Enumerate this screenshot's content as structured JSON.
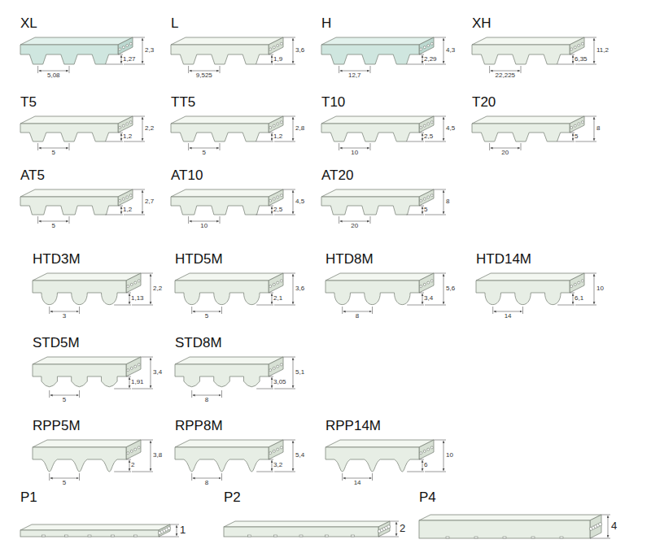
{
  "diagram": {
    "labels": [
      "XL",
      "1,27",
      "2,3",
      "5,08",
      "L",
      "1,9",
      "3,6",
      "9,525",
      "H",
      "2,29",
      "4,3",
      "12,7",
      "XH",
      "6,35",
      "11,2",
      "22,225",
      "T5",
      "1,2",
      "2,2",
      "5",
      "TT5",
      "1,2",
      "2,8",
      "5",
      "T10",
      "2,5",
      "4,5",
      "10",
      "T20",
      "5",
      "8",
      "20",
      "AT5",
      "1,2",
      "2,7",
      "5",
      "AT10",
      "2,5",
      "4,5",
      "10",
      "AT20",
      "5",
      "8",
      "20",
      "HTD3M",
      "1,13",
      "2,2",
      "3",
      "HTD5M",
      "2,1",
      "3,6",
      "5",
      "HTD8M",
      "3,4",
      "5,6",
      "8",
      "HTD14M",
      "6,1",
      "10",
      "14",
      "STD5M",
      "1,91",
      "3,4",
      "5",
      "STD8M",
      "3,05",
      "5,1",
      "8",
      "RPP5M",
      "2",
      "3,8",
      "5",
      "RPP8M",
      "3,2",
      "5,4",
      "8",
      "RPP14M",
      "6",
      "10",
      "14",
      "P1",
      "1",
      "P2",
      "2",
      "P4",
      "4"
    ]
  }
}
